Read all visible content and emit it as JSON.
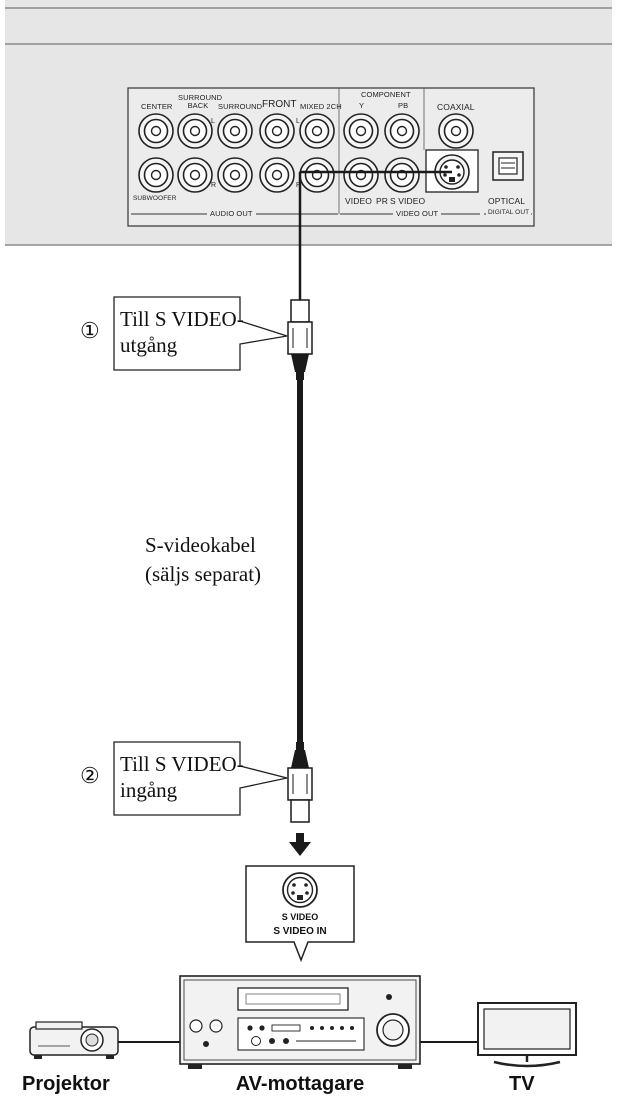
{
  "player_panel": {
    "jack_labels": {
      "center": "CENTER",
      "surround_back": "SURROUND BACK",
      "surround": "SURROUND",
      "front": "FRONT",
      "mixed_2ch": "MIXED 2CH",
      "component": "COMPONENT",
      "y": "Y",
      "pb": "PB",
      "coaxial": "COAXIAL",
      "subwoofer": "SUBWOOFER",
      "l": "L",
      "r": "R",
      "video": "VIDEO",
      "pr": "PR",
      "s_video": "S VIDEO",
      "optical": "OPTICAL"
    },
    "group_labels": {
      "audio_out": "AUDIO OUT",
      "video_out": "VIDEO OUT",
      "digital_out": "DIGITAL OUT"
    }
  },
  "callouts": [
    {
      "number": "①",
      "line1": "Till S VIDEO-",
      "line2": "utgång"
    },
    {
      "number": "②",
      "line1": "Till S VIDEO-",
      "line2": "ingång"
    }
  ],
  "cable": {
    "line1": "S-videokabel",
    "line2": "(säljs separat)"
  },
  "receiver_input": {
    "jack_label": "S VIDEO",
    "box_label": "S VIDEO IN"
  },
  "devices": {
    "projector": "Projektor",
    "receiver": "AV-mottagare",
    "tv": "TV"
  },
  "colors": {
    "panel_fill": "#e6e6e6",
    "line": "#1a1a1a",
    "text": "#111111"
  }
}
